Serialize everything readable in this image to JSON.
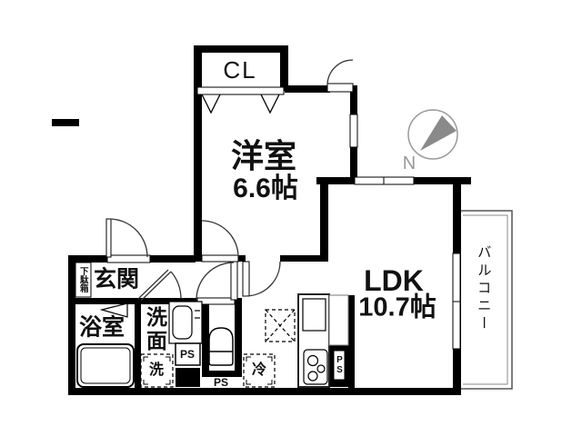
{
  "floorplan": {
    "compass_label": "N",
    "rooms": {
      "closet": {
        "label": "CL"
      },
      "western_room": {
        "label": "洋室",
        "size": "6.6帖"
      },
      "ldk": {
        "label": "LDK",
        "size": "10.7帖"
      },
      "entrance": {
        "label": "玄関"
      },
      "shoe_cabinet": {
        "label": "下駄箱"
      },
      "bathroom": {
        "label": "浴室"
      },
      "washroom": {
        "label": "洗面"
      },
      "balcony": {
        "label": "バルコニー"
      }
    },
    "fixtures": {
      "washing_machine": {
        "label": "洗"
      },
      "refrigerator": {
        "label": "冷"
      },
      "pipe_space_washroom": {
        "label": "PS"
      },
      "pipe_space_toilet": {
        "label": "PS"
      },
      "pipe_space_kitchen": {
        "label": "PS"
      }
    }
  }
}
